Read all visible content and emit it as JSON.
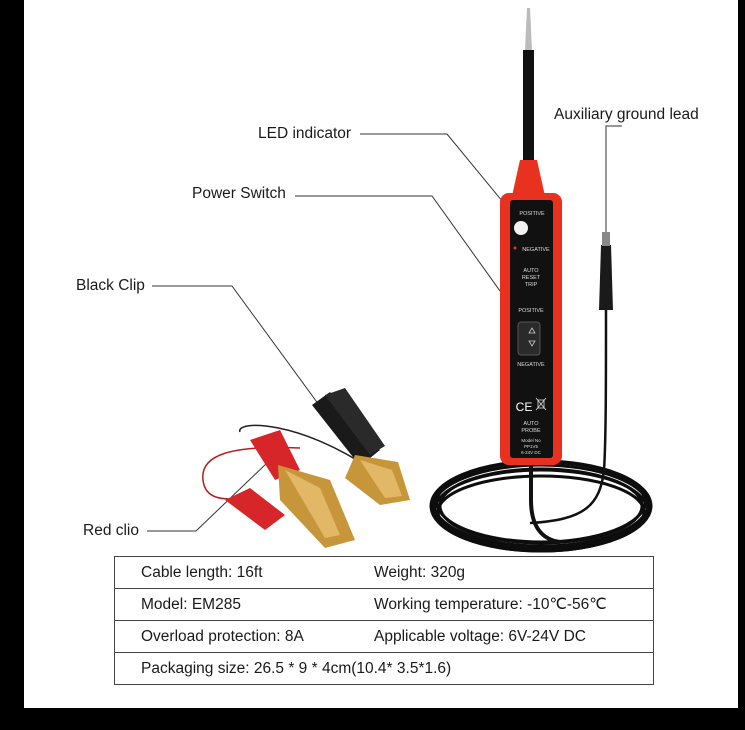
{
  "callouts": {
    "led": "LED indicator",
    "power": "Power Switch",
    "black_clip": "Black Clip",
    "red_clip": "Red clio",
    "aux": "Auxiliary ground lead"
  },
  "probe": {
    "positive_top": "POSITIVE",
    "negative_top": "NEGATIVE",
    "auto_reset_trip": [
      "AUTO",
      "RESET",
      "TRIP"
    ],
    "positive_switch": "POSITIVE",
    "negative_switch": "NEGATIVE",
    "ce_mark": "CE",
    "auto_probe": [
      "AUTO",
      "PROBE"
    ],
    "model_lines": [
      "Model No",
      "PP1V5",
      "6-24V DC"
    ]
  },
  "specs": {
    "rows": [
      [
        "Cable length: 16ft",
        "Weight: 320g"
      ],
      [
        "Model: EM285",
        "Working temperature: -10℃-56℃"
      ],
      [
        "Overload protection: 8A",
        "Applicable voltage: 6V-24V DC"
      ]
    ],
    "packaging": "Packaging size: 26.5 * 9 * 4cm(10.4* 3.5*1.6)"
  },
  "colors": {
    "probe_red": "#e8321f",
    "panel_black": "#111111",
    "clip_red": "#d7262a",
    "clip_gold": "#c8963a",
    "cable_black": "#0d0d0d"
  }
}
